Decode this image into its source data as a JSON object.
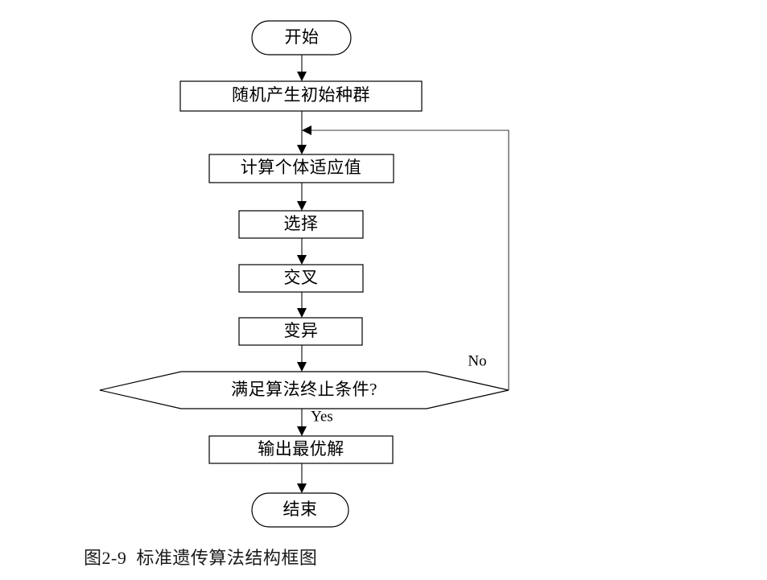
{
  "figure": {
    "caption": "图2-9  标准遗传算法结构框图",
    "background_color": "#ffffff",
    "shape_stroke_color": "#000000",
    "connector_color": "#555555"
  },
  "nodes": [
    {
      "id": "start",
      "type": "terminator",
      "label": "开始"
    },
    {
      "id": "init",
      "type": "process",
      "label": "随机产生初始种群"
    },
    {
      "id": "fitness",
      "type": "process",
      "label": "计算个体适应值"
    },
    {
      "id": "selection",
      "type": "process",
      "label": "选择"
    },
    {
      "id": "crossover",
      "type": "process",
      "label": "交叉"
    },
    {
      "id": "mutation",
      "type": "process",
      "label": "变异"
    },
    {
      "id": "decision",
      "type": "decision",
      "label": "满足算法终止条件?"
    },
    {
      "id": "output",
      "type": "process",
      "label": "输出最优解"
    },
    {
      "id": "end",
      "type": "terminator",
      "label": "结束"
    }
  ],
  "edges": [
    {
      "id": "e-start-init",
      "from": "start",
      "to": "init",
      "label": ""
    },
    {
      "id": "e-init-fitness",
      "from": "init",
      "to": "fitness",
      "label": ""
    },
    {
      "id": "e-fitness-selection",
      "from": "fitness",
      "to": "selection",
      "label": ""
    },
    {
      "id": "e-selection-cross",
      "from": "selection",
      "to": "crossover",
      "label": ""
    },
    {
      "id": "e-cross-mutation",
      "from": "crossover",
      "to": "mutation",
      "label": ""
    },
    {
      "id": "e-mutation-decision",
      "from": "mutation",
      "to": "decision",
      "label": ""
    },
    {
      "id": "e-decision-output",
      "from": "decision",
      "to": "output",
      "label": "Yes"
    },
    {
      "id": "e-decision-loop",
      "from": "decision",
      "to": "fitness",
      "label": "No"
    },
    {
      "id": "e-output-end",
      "from": "output",
      "to": "end",
      "label": ""
    }
  ],
  "labels": {
    "yes": "Yes",
    "no": "No"
  }
}
